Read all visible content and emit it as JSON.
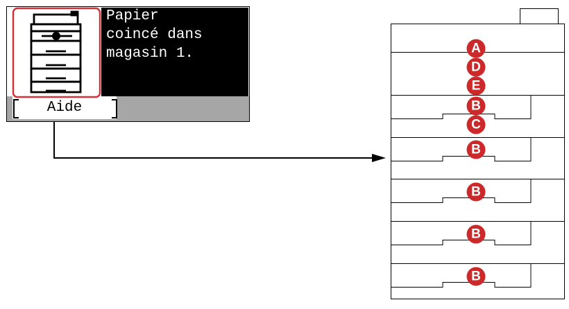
{
  "display": {
    "message_lines": [
      "Papier",
      "coincé dans",
      "magasin 1."
    ],
    "help_key_label": "Aide",
    "icon": "printer-jam-icon"
  },
  "callouts": [
    {
      "id": "callout-a-top-cover",
      "label": "A"
    },
    {
      "id": "callout-d-top-cover",
      "label": "D"
    },
    {
      "id": "callout-e-top-cover",
      "label": "E"
    },
    {
      "id": "callout-b-cassette-1",
      "label": "B"
    },
    {
      "id": "callout-c-cassette-1",
      "label": "C"
    },
    {
      "id": "callout-b-cassette-2",
      "label": "B"
    },
    {
      "id": "callout-b-cassette-3",
      "label": "B"
    },
    {
      "id": "callout-b-cassette-4",
      "label": "B"
    },
    {
      "id": "callout-b-cassette-5",
      "label": "B"
    }
  ],
  "colors": {
    "highlight": "#d13438",
    "callout": "#cc2a2a",
    "lcd_background": "#000000",
    "softkey_bar": "#a6a6a6"
  }
}
